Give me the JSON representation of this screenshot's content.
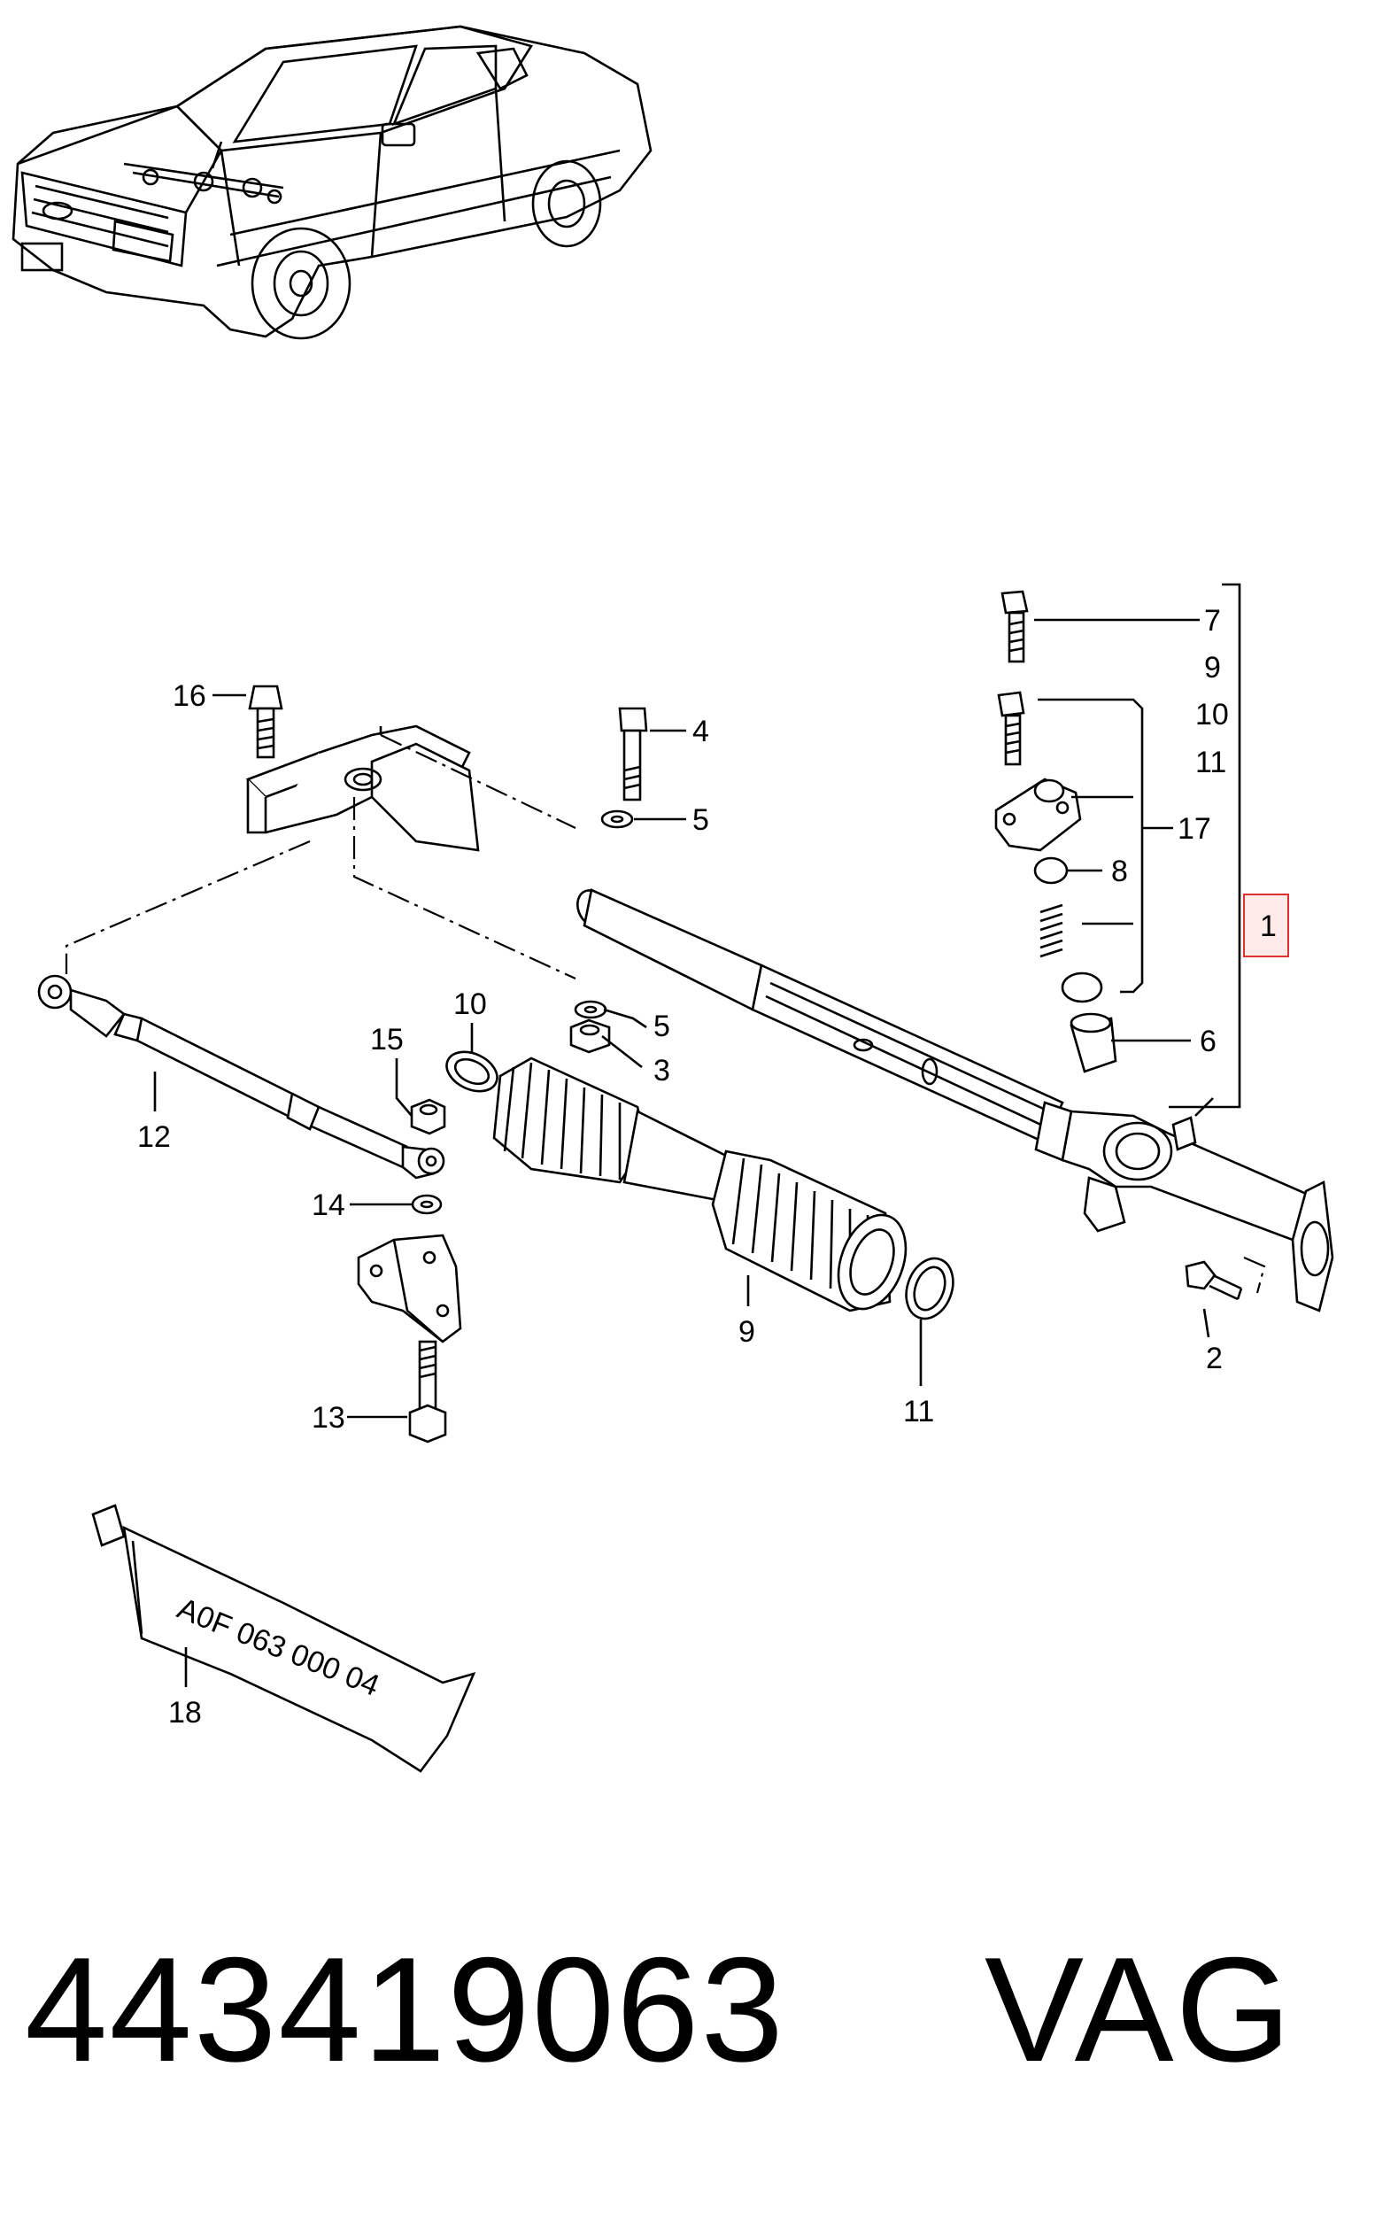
{
  "part_number": "443419063",
  "brand": "VAG",
  "tube_marking": "A0F 063 000 04",
  "callouts": [
    {
      "id": "label-16",
      "text": "16"
    },
    {
      "id": "label-4",
      "text": "4"
    },
    {
      "id": "label-5a",
      "text": "5"
    },
    {
      "id": "label-5b",
      "text": "5"
    },
    {
      "id": "label-3",
      "text": "3"
    },
    {
      "id": "label-10a",
      "text": "10"
    },
    {
      "id": "label-15",
      "text": "15"
    },
    {
      "id": "label-12",
      "text": "12"
    },
    {
      "id": "label-14",
      "text": "14"
    },
    {
      "id": "label-13",
      "text": "13"
    },
    {
      "id": "label-9",
      "text": "9"
    },
    {
      "id": "label-11a",
      "text": "11"
    },
    {
      "id": "label-7",
      "text": "7"
    },
    {
      "id": "label-9b",
      "text": "9"
    },
    {
      "id": "label-10b",
      "text": "10"
    },
    {
      "id": "label-11b",
      "text": "11"
    },
    {
      "id": "label-17",
      "text": "17"
    },
    {
      "id": "label-8",
      "text": "8"
    },
    {
      "id": "label-6",
      "text": "6"
    },
    {
      "id": "label-2",
      "text": "2"
    },
    {
      "id": "label-1",
      "text": "1"
    },
    {
      "id": "label-18",
      "text": "18"
    }
  ],
  "highlight_color": "#e03030"
}
